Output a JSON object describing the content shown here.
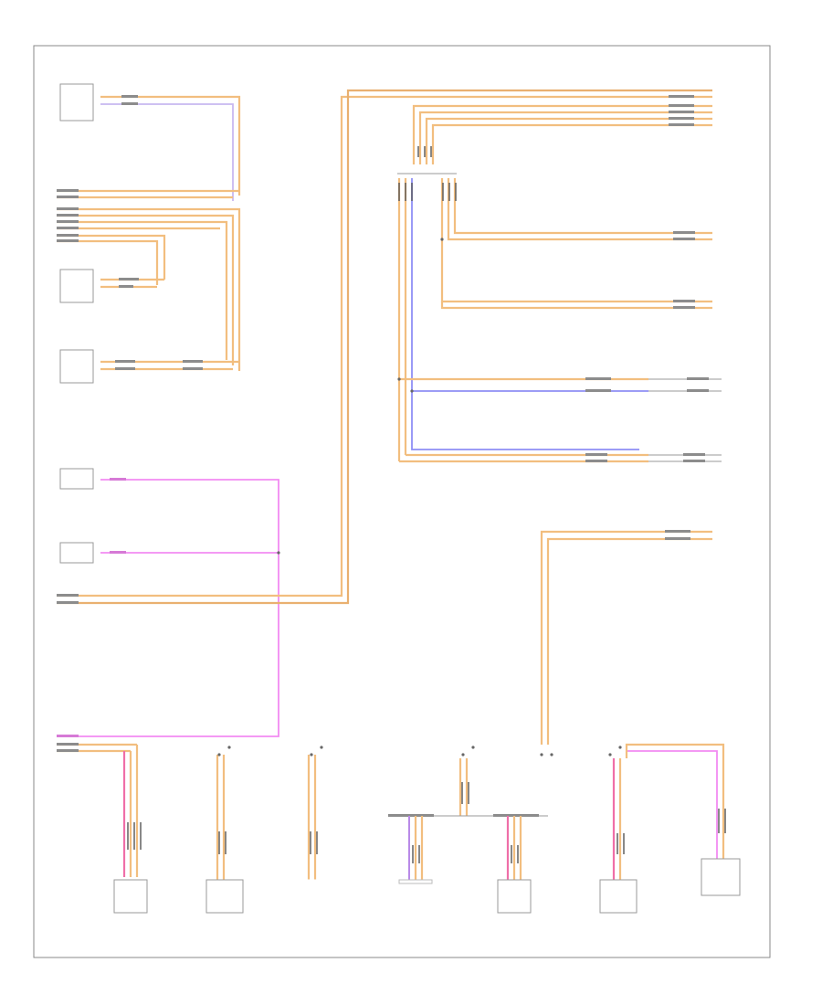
{
  "diagram": {
    "footer_code": "",
    "components_left": [
      {
        "id": "c1",
        "lines": [
          "",
          "",
          "",
          ""
        ]
      },
      {
        "id": "c2",
        "lines": [
          "",
          "",
          "",
          ""
        ]
      },
      {
        "id": "c3",
        "lines": [
          "",
          ""
        ]
      },
      {
        "id": "c4",
        "lines": [
          "",
          "",
          ""
        ]
      },
      {
        "id": "c5",
        "lines": [
          "",
          ""
        ]
      }
    ],
    "legend": [
      "",
      ""
    ],
    "components_right": [
      {
        "id": "r1",
        "lines": [
          "",
          "",
          "",
          "",
          ""
        ]
      },
      {
        "id": "r2",
        "lines": [
          "",
          ""
        ]
      },
      {
        "id": "r3",
        "lines": [
          "",
          ""
        ]
      },
      {
        "id": "r4",
        "lines": [
          "",
          "",
          ""
        ]
      },
      {
        "id": "r5",
        "lines": [
          "",
          "",
          ""
        ]
      },
      {
        "id": "r6",
        "lines": [
          "",
          ""
        ]
      }
    ],
    "components_bottom": [
      {
        "id": "b1",
        "lines": [
          "",
          "",
          "",
          "",
          ""
        ]
      },
      {
        "id": "b2",
        "lines": [
          "",
          "",
          ""
        ]
      },
      {
        "id": "b3",
        "lines": [
          "",
          "",
          ""
        ]
      },
      {
        "id": "b4",
        "lines": [
          ""
        ]
      },
      {
        "id": "b5",
        "lines": [
          "",
          "",
          "",
          ""
        ]
      },
      {
        "id": "b6",
        "lines": [
          "",
          "",
          ""
        ]
      },
      {
        "id": "b7",
        "lines": [
          "",
          "",
          "",
          "",
          "",
          ""
        ]
      }
    ],
    "colors": {
      "orange_wire": "#f2be7f",
      "pink_wire": "#f28bf2",
      "blue_wire": "#8f8ff5",
      "violet_wire": "#b98ae8",
      "frame": "#8a8a8a"
    }
  }
}
